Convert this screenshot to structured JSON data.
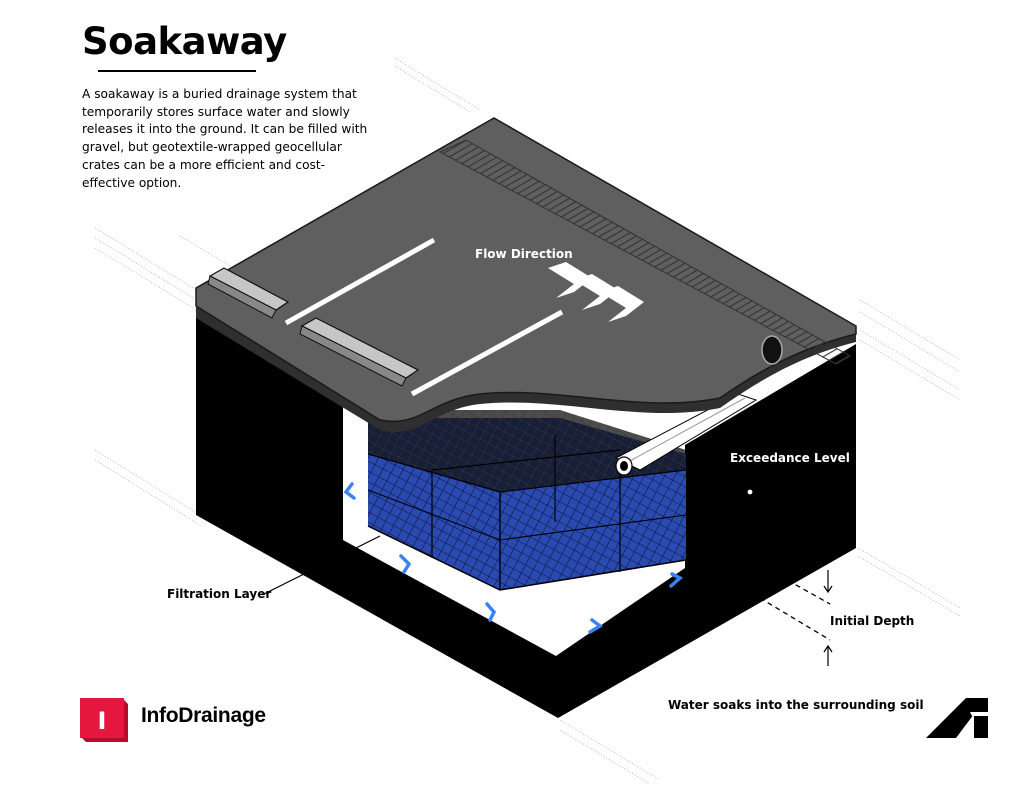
{
  "title": "Soakaway",
  "description": "A soakaway is a buried drainage system that temporarily stores surface water and slowly releases it into the ground. It can be filled with gravel, but geotextile-wrapped geocellular crates can be a more efficient and cost-effective option.",
  "labels": {
    "flow_direction": "Flow Direction",
    "exceedance_level": "Exceedance Level",
    "filtration_layer": "Filtration Layer",
    "initial_depth": "Initial Depth",
    "soak_note": "Water soaks into the surrounding soil"
  },
  "brand": {
    "name": "InfoDrainage",
    "logo_letter": "I",
    "logo_color": "#e5173f",
    "corner_logo": "autodesk-logo"
  },
  "colors": {
    "soil": "#000000",
    "road": "#5f5f5f",
    "road_edge": "#3a3a3a",
    "water": "#2a4ab2",
    "filtration_arrows": "#3b82f6",
    "filtration_layer": "#ffffff"
  }
}
